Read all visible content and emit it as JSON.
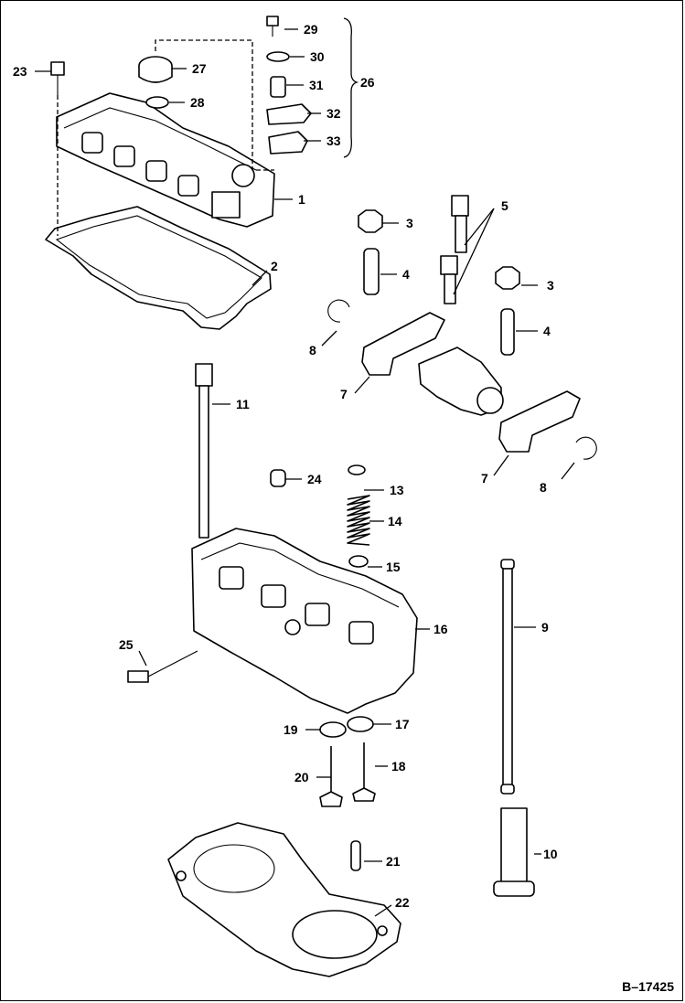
{
  "figure_id": "B–17425",
  "callouts": {
    "c1": "1",
    "c2": "2",
    "c3a": "3",
    "c3b": "3",
    "c4a": "4",
    "c4b": "4",
    "c5": "5",
    "c7a": "7",
    "c7b": "7",
    "c8a": "8",
    "c8b": "8",
    "c9": "9",
    "c10": "10",
    "c11": "11",
    "c13": "13",
    "c14": "14",
    "c15": "15",
    "c16": "16",
    "c17": "17",
    "c18": "18",
    "c19": "19",
    "c20": "20",
    "c21": "21",
    "c22": "22",
    "c23": "23",
    "c24": "24",
    "c25": "25",
    "c26": "26",
    "c27": "27",
    "c28": "28",
    "c29": "29",
    "c30": "30",
    "c31": "31",
    "c32": "32",
    "c33": "33"
  }
}
